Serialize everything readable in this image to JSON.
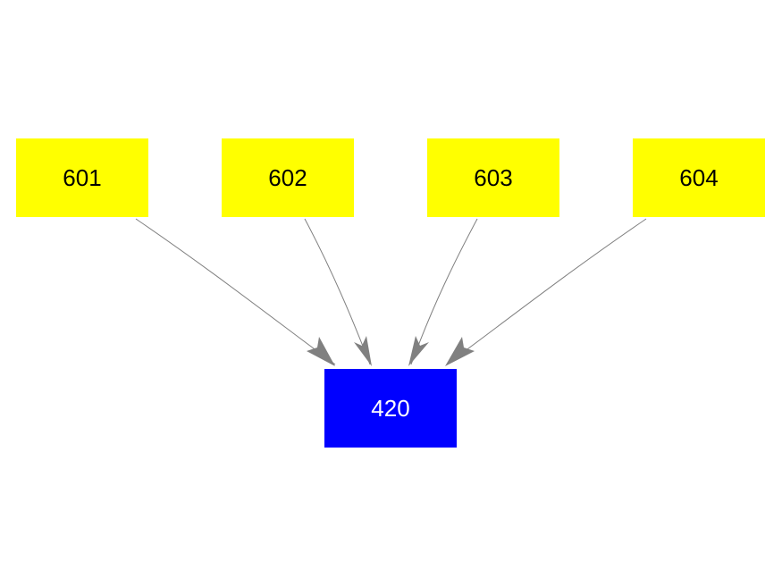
{
  "nodes": {
    "n601": {
      "label": "601",
      "fill": "#ffff00",
      "text_color": "#000000"
    },
    "n602": {
      "label": "602",
      "fill": "#ffff00",
      "text_color": "#000000"
    },
    "n603": {
      "label": "603",
      "fill": "#ffff00",
      "text_color": "#000000"
    },
    "n604": {
      "label": "604",
      "fill": "#ffff00",
      "text_color": "#000000"
    },
    "n420": {
      "label": "420",
      "fill": "#0000ff",
      "text_color": "#ffffff"
    }
  },
  "edges": [
    {
      "from": "601",
      "to": "420"
    },
    {
      "from": "602",
      "to": "420"
    },
    {
      "from": "603",
      "to": "420"
    },
    {
      "from": "604",
      "to": "420"
    }
  ],
  "edge_color": "#808080"
}
